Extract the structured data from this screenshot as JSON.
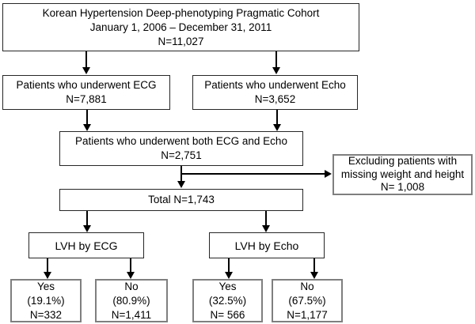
{
  "diagram": {
    "type": "flowchart",
    "nodes": {
      "cohort": {
        "lines": [
          "Korean Hypertension Deep-phenotyping Pragmatic Cohort",
          "January 1, 2006 – December 31, 2011",
          "N=11,027"
        ]
      },
      "ecg": {
        "lines": [
          "Patients who underwent ECG",
          "N=7,881"
        ]
      },
      "echo": {
        "lines": [
          "Patients who underwent Echo",
          "N=3,652"
        ]
      },
      "both": {
        "lines": [
          "Patients who underwent both ECG and Echo",
          "N=2,751"
        ]
      },
      "excluded": {
        "lines": [
          "Excluding patients with",
          "missing weight and height",
          "N= 1,008"
        ]
      },
      "total": {
        "lines": [
          "Total N=1,743"
        ]
      },
      "lvh_ecg": {
        "lines": [
          "LVH by ECG"
        ]
      },
      "lvh_echo": {
        "lines": [
          "LVH by Echo"
        ]
      },
      "ecg_yes": {
        "lines": [
          "Yes",
          "(19.1%)",
          "N=332"
        ]
      },
      "ecg_no": {
        "lines": [
          "No",
          "(80.9%)",
          "N=1,411"
        ]
      },
      "echo_yes": {
        "lines": [
          "Yes",
          "(32.5%)",
          "N= 566"
        ]
      },
      "echo_no": {
        "lines": [
          "No",
          "(67.5%)",
          "N=1,177"
        ]
      }
    },
    "edges": [
      "cohort->ecg",
      "cohort->echo",
      "ecg->both",
      "echo->both",
      "both->total",
      "both->excluded",
      "total->lvh_ecg",
      "total->lvh_echo",
      "lvh_ecg->ecg_yes",
      "lvh_ecg->ecg_no",
      "lvh_echo->echo_yes",
      "lvh_echo->echo_no"
    ]
  },
  "colors": {
    "background": "#ffffff",
    "text": "#000000",
    "arrow": "#000000",
    "border_dark": "#262626",
    "border_gray": "#7f7f7f"
  }
}
